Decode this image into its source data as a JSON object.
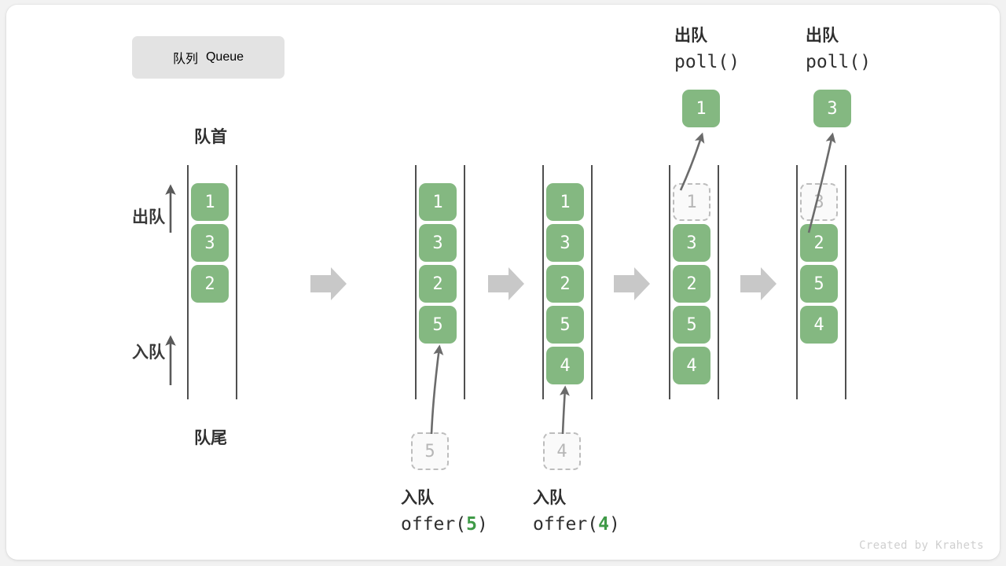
{
  "title": {
    "cn": "队列",
    "en": "Queue"
  },
  "rail_captions": {
    "head": "队首",
    "tail": "队尾"
  },
  "side_labels": {
    "dequeue": "出队",
    "enqueue": "入队"
  },
  "credit": "Created by Krahets",
  "colors": {
    "box_fill": "#84b881",
    "box_text": "#ffffff",
    "ghost_fill": "#fafafa",
    "ghost_border": "#bdbdbd",
    "ghost_text": "#b6b6b6",
    "rail": "#4f4f4f",
    "step_arrow": "#c8c8c8",
    "curve_arrow": "#6b6b6b",
    "accent_green": "#3f9a47",
    "chip_bg": "#e3e3e3",
    "card_bg": "#ffffff",
    "page_bg": "#f2f2f2"
  },
  "columns": [
    {
      "id": "col-1",
      "name": "initial-queue",
      "items": [
        {
          "value": "1",
          "state": "filled"
        },
        {
          "value": "3",
          "state": "filled"
        },
        {
          "value": "2",
          "state": "filled"
        }
      ]
    },
    {
      "id": "col-2",
      "name": "after-offer-5",
      "items": [
        {
          "value": "1",
          "state": "filled"
        },
        {
          "value": "3",
          "state": "filled"
        },
        {
          "value": "2",
          "state": "filled"
        },
        {
          "value": "5",
          "state": "filled"
        }
      ]
    },
    {
      "id": "col-3",
      "name": "after-offer-4",
      "items": [
        {
          "value": "1",
          "state": "filled"
        },
        {
          "value": "3",
          "state": "filled"
        },
        {
          "value": "2",
          "state": "filled"
        },
        {
          "value": "5",
          "state": "filled"
        },
        {
          "value": "4",
          "state": "filled"
        }
      ]
    },
    {
      "id": "col-4",
      "name": "polling-1",
      "items": [
        {
          "value": "1",
          "state": "ghost"
        },
        {
          "value": "3",
          "state": "filled"
        },
        {
          "value": "2",
          "state": "filled"
        },
        {
          "value": "5",
          "state": "filled"
        },
        {
          "value": "4",
          "state": "filled"
        }
      ]
    },
    {
      "id": "col-5",
      "name": "polling-3",
      "items": [
        {
          "value": "3",
          "state": "ghost"
        },
        {
          "value": "2",
          "state": "filled"
        },
        {
          "value": "5",
          "state": "filled"
        },
        {
          "value": "4",
          "state": "filled"
        }
      ]
    }
  ],
  "enqueue_ops": [
    {
      "id": "offer-5",
      "pending_value": "5",
      "caption_cn": "入队",
      "code_prefix": "offer(",
      "code_arg": "5",
      "code_suffix": ")"
    },
    {
      "id": "offer-4",
      "pending_value": "4",
      "caption_cn": "入队",
      "code_prefix": "offer(",
      "code_arg": "4",
      "code_suffix": ")"
    }
  ],
  "dequeue_ops": [
    {
      "id": "poll-1",
      "popped_value": "1",
      "caption_cn": "出队",
      "code": "poll()"
    },
    {
      "id": "poll-3",
      "popped_value": "3",
      "caption_cn": "出队",
      "code": "poll()"
    }
  ]
}
